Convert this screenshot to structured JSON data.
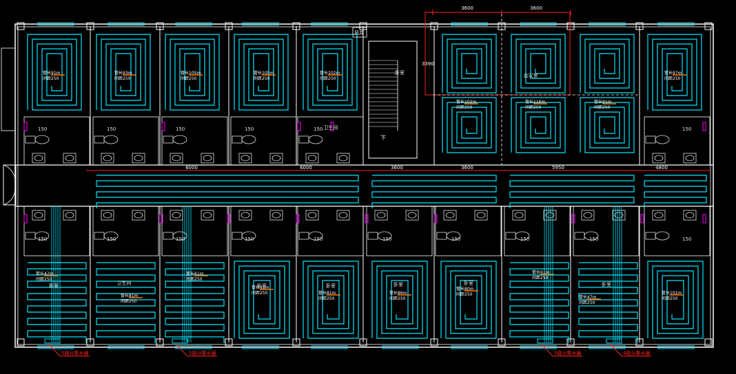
{
  "colors": {
    "background": "#000000",
    "pipe": "#00e6ff",
    "wall": "#ffffff",
    "dimension": "#ff2020",
    "manifold": "#ff7a00",
    "fixture": "#e0e0e0",
    "magenta": "#ff00ff"
  },
  "dimensions": {
    "top": [
      "3600",
      "3600"
    ],
    "vertical": "3390",
    "middle": [
      "6000",
      "6000",
      "3600",
      "3600",
      "5950",
      "4800"
    ]
  },
  "stair": {
    "label": "下"
  },
  "wind_label": "风井",
  "room_labels": [
    "会议室",
    "卧室",
    "卧室",
    "卧室",
    "卧室",
    "卧室",
    "卧室",
    "卧室",
    "卫生间",
    "卫生间"
  ],
  "loop_labels": {
    "length_prefix": "管长",
    "spacing_prefix": "间距",
    "top_row": [
      {
        "length": "91m",
        "spacing": "250"
      },
      {
        "length": "93m",
        "spacing": "250"
      },
      {
        "length": "105m",
        "spacing": "250"
      },
      {
        "length": "105m",
        "spacing": "250"
      },
      {
        "length": "102m",
        "spacing": "250"
      },
      {
        "length": "97m",
        "spacing": "250"
      }
    ],
    "mid_row": [
      {
        "length": "102m",
        "spacing": "250"
      },
      {
        "length": "116m",
        "spacing": "250"
      },
      {
        "length": "91m",
        "spacing": "250"
      }
    ],
    "bottom_row": [
      {
        "length": "47m",
        "spacing": "250"
      },
      {
        "length": "81m",
        "spacing": "250"
      },
      {
        "length": "61m",
        "spacing": "250"
      },
      {
        "length": "81m",
        "spacing": "250"
      },
      {
        "length": "81m",
        "spacing": "250"
      },
      {
        "length": "86m",
        "spacing": "250"
      },
      {
        "length": "80m",
        "spacing": "250"
      },
      {
        "length": "61m",
        "spacing": "250"
      },
      {
        "length": "47m",
        "spacing": "250"
      },
      {
        "length": "102m",
        "spacing": "250"
      }
    ]
  },
  "fixture_label": "150",
  "manifolds": [
    "5路分集水器",
    "5路分集水器",
    "5路分集水器",
    "4路分集水器"
  ]
}
